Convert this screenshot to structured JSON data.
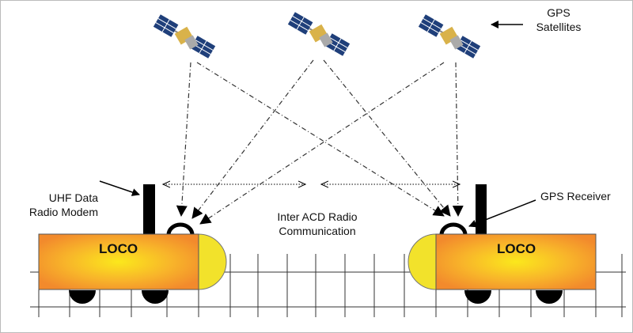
{
  "labels": {
    "gps_satellites_line1": "GPS",
    "gps_satellites_line2": "Satellites",
    "uhf_line1": "UHF Data",
    "uhf_line2": "Radio Modem",
    "gps_receiver": "GPS Receiver",
    "inter_line1": "Inter ACD Radio",
    "inter_line2": "Communication"
  },
  "locomotives": [
    {
      "label": "LOCO"
    },
    {
      "label": "LOCO"
    }
  ],
  "colors": {
    "loco_outer": "#f4892a",
    "loco_inner": "#fbe51c",
    "nose": "#f2e22b",
    "panel": "#1f3f7a",
    "satellite_body": "#d9b24a"
  }
}
